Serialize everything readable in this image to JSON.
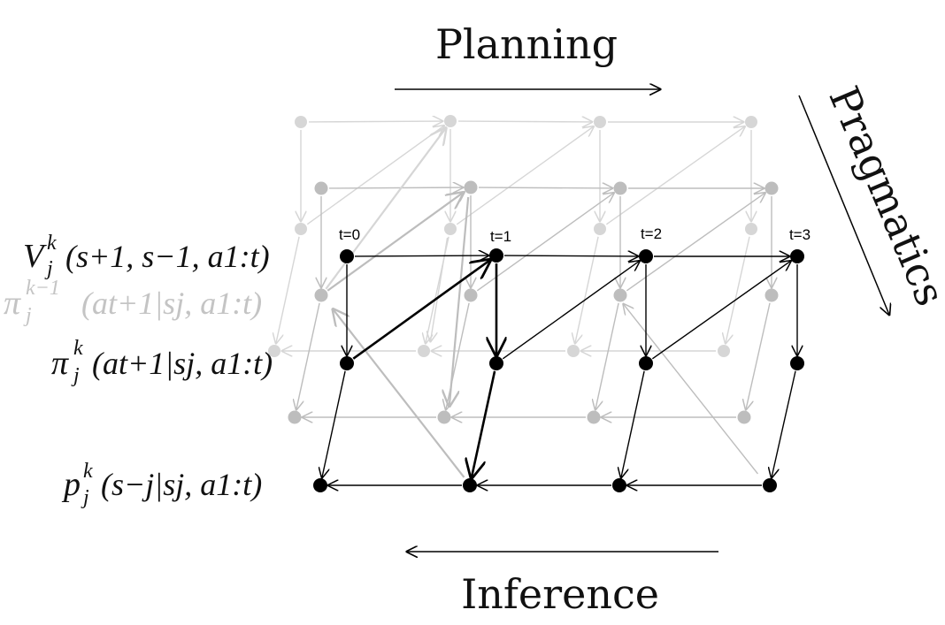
{
  "axes": {
    "planning": "Planning",
    "pragmatics": "Pragmatics",
    "inference": "Inference"
  },
  "time_labels": [
    "t=0",
    "t=1",
    "t=2",
    "t=3"
  ],
  "row_labels": {
    "value": {
      "sym": "V",
      "sub": "j",
      "sup": "k",
      "args": "(s+1, s−1, a1:t)"
    },
    "prev_policy": {
      "sym": "π",
      "sub": "j",
      "sup": "k−1",
      "args": "(at+1|sj, a1:t)"
    },
    "policy": {
      "sym": "π",
      "sub": "j",
      "sup": "k",
      "args": "(at+1|sj, a1:t)"
    },
    "belief": {
      "sym": "p",
      "sub": "j",
      "sup": "k",
      "args": "(s−j|sj, a1:t)"
    }
  },
  "colors": {
    "front": "#000000",
    "mid": "#bdbdbd",
    "back": "#d6d6d6",
    "label_faded": "#c4c4c4",
    "text": "#111111"
  }
}
